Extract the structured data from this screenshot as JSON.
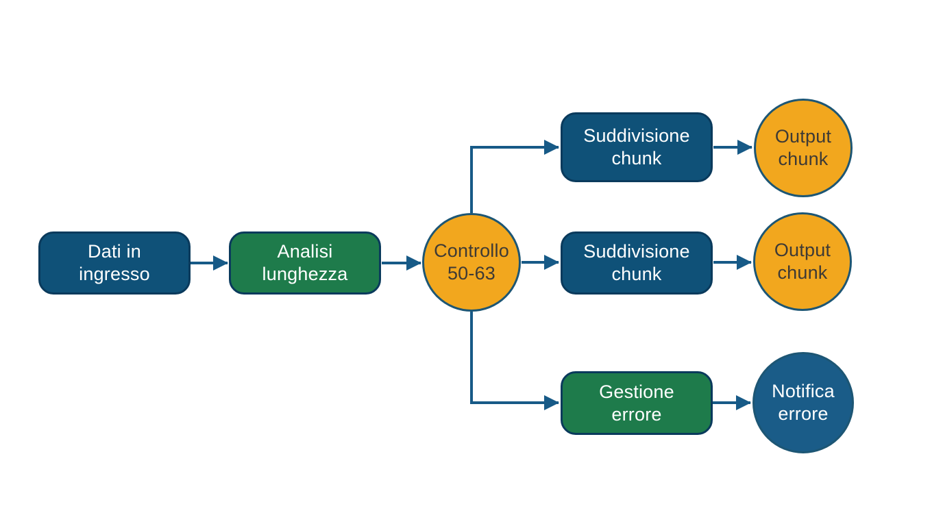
{
  "diagram": {
    "type": "flowchart",
    "background": "#ffffff",
    "nodes": {
      "input": {
        "label": "Dati in\ningresso",
        "shape": "rounded-rect",
        "fill": "#0f5178",
        "text_color": "#ffffff"
      },
      "analysis": {
        "label": "Analisi\nlunghezza",
        "shape": "rounded-rect",
        "fill": "#1e7b4b",
        "text_color": "#ffffff"
      },
      "check": {
        "label": "Controllo\n50-63",
        "shape": "circle",
        "fill": "#f2a71e",
        "text_color": "#3e3a35"
      },
      "split_top": {
        "label": "Suddivisione\nchunk",
        "shape": "rounded-rect",
        "fill": "#0f5178",
        "text_color": "#ffffff"
      },
      "output_top": {
        "label": "Output\nchunk",
        "shape": "circle",
        "fill": "#f2a71e",
        "text_color": "#3e3a35"
      },
      "split_mid": {
        "label": "Suddivisione\nchunk",
        "shape": "rounded-rect",
        "fill": "#0f5178",
        "text_color": "#ffffff"
      },
      "output_mid": {
        "label": "Output\nchunk",
        "shape": "circle",
        "fill": "#f2a71e",
        "text_color": "#3e3a35"
      },
      "error_handle": {
        "label": "Gestione\nerrore",
        "shape": "rounded-rect",
        "fill": "#1e7b4b",
        "text_color": "#ffffff"
      },
      "error_notify": {
        "label": "Notifica\nerrore",
        "shape": "circle",
        "fill": "#1a5c88",
        "text_color": "#ffffff"
      }
    },
    "edges": [
      {
        "from": "input",
        "to": "analysis"
      },
      {
        "from": "analysis",
        "to": "check"
      },
      {
        "from": "check",
        "to": "split_top"
      },
      {
        "from": "check",
        "to": "split_mid"
      },
      {
        "from": "check",
        "to": "error_handle"
      },
      {
        "from": "split_top",
        "to": "output_top"
      },
      {
        "from": "split_mid",
        "to": "output_mid"
      },
      {
        "from": "error_handle",
        "to": "error_notify"
      }
    ],
    "palette": {
      "node_blue": "#0f5178",
      "node_green": "#1e7b4b",
      "node_orange": "#f2a71e",
      "circle_blue": "#1a5c88",
      "connector": "#175a87",
      "rect_border": "#0a3a5c",
      "circle_border": "#1d5674"
    }
  }
}
